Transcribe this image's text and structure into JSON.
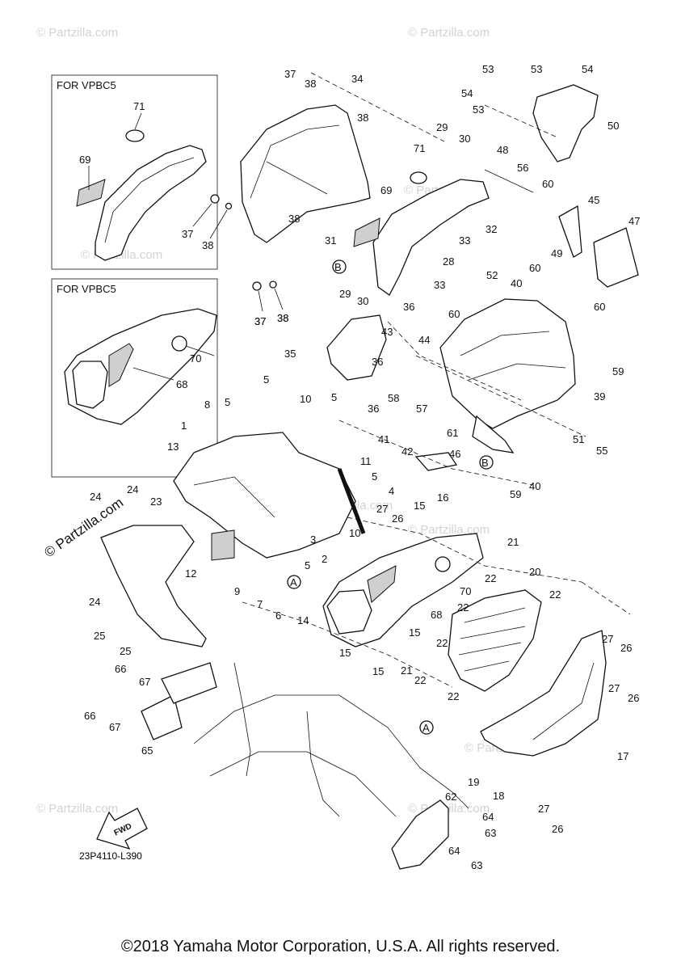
{
  "watermarks": [
    "© Partzilla.com",
    "© Partzilla.com",
    "© Partzilla.com",
    "© Partzilla.com",
    "© Partzilla.com",
    "© Partzilla.com",
    "© Partzilla.com",
    "© Partzilla.com",
    "© Partzilla.com"
  ],
  "side_watermark": "© Partzilla.com",
  "inset_top": {
    "title": "FOR VPBC5",
    "labels": [
      "71",
      "69",
      "37",
      "38"
    ]
  },
  "inset_bottom": {
    "title": "FOR VPBC5",
    "labels": [
      "70",
      "68",
      "37",
      "38"
    ]
  },
  "callouts": {
    "a": "A",
    "b": "B"
  },
  "fwd_label": "FWD",
  "diagram_code": "23P4110-L390",
  "copyright": "©2018 Yamaha Motor Corporation, U.S.A. All rights reserved."
}
